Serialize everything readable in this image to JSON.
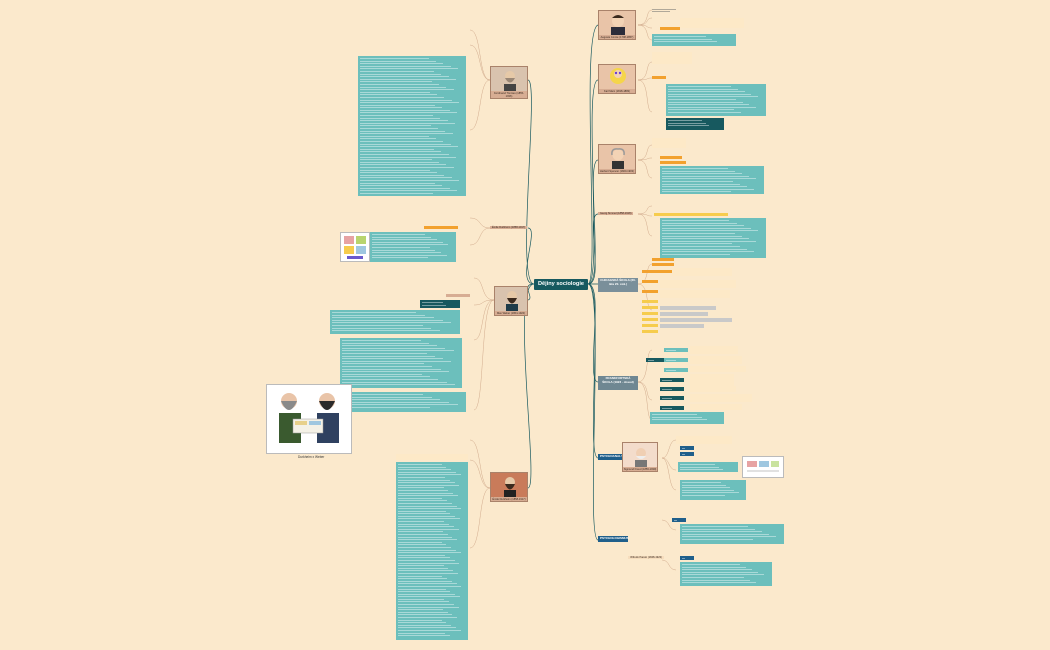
{
  "root": {
    "label": "Dějiny sociologie"
  },
  "people": [
    {
      "id": "comte",
      "label": "Auguste Comte (1798-1857)"
    },
    {
      "id": "marx",
      "label": "Karl Marx (1818-1883)"
    },
    {
      "id": "spencer",
      "label": "Herbert Spencer (1820-1903)"
    },
    {
      "id": "simmel",
      "label": "Georg Simmel (1858-1918)"
    },
    {
      "id": "tonnies",
      "label": "Ferdinand Tönnies (1855-1936)"
    },
    {
      "id": "weber",
      "label": "Max Weber (1864-1920)"
    },
    {
      "id": "durkheim",
      "label": "Émile Durkheim (1858-1917)"
    },
    {
      "id": "freud",
      "label": "Sigmund Freud (1856-1939)"
    },
    {
      "id": "pareto",
      "label": "Vilfredo Pareto (1848-1923)"
    }
  ],
  "sections": {
    "chicago": "CHICAGSKÁ ŠKOLA (20. léta 20. stol.)",
    "frankfurt": "FRANKFURTSKÁ ŠKOLA (1923 - dosud)",
    "psychoanalysis": "PSYCHOANALÝZA",
    "psychologism": "PSYCHOLOGISMUS"
  },
  "captions": {
    "cartoon": "Durkheim x Weber"
  },
  "colors": {
    "background": "#fbe9cc",
    "root": "#17595f",
    "teal_box": "#6cbfbc",
    "person": "#d7ad93",
    "chicago": "#7a8f9a",
    "frankfurt": "#6f8792",
    "blue_section": "#1f5f8b",
    "orange": "#f2a12e",
    "yellow": "#f6cc4d",
    "branch": "#17595f"
  }
}
